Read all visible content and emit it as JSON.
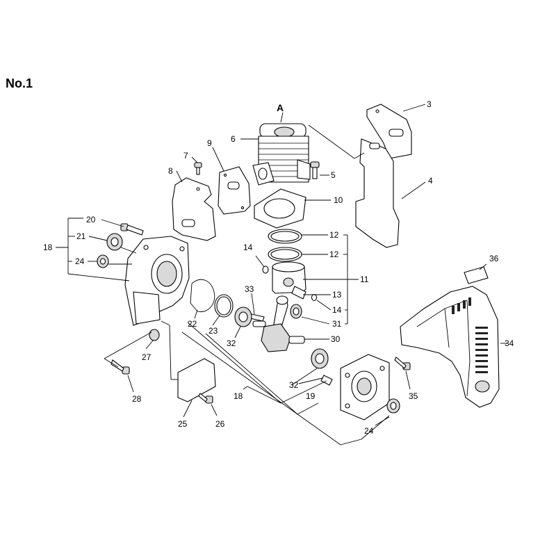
{
  "page": {
    "title": "No.1"
  },
  "detail_letter": "A",
  "callouts": [
    {
      "id": "c3",
      "label": "3"
    },
    {
      "id": "c4",
      "label": "4"
    },
    {
      "id": "c5",
      "label": "5"
    },
    {
      "id": "c6",
      "label": "6"
    },
    {
      "id": "c7",
      "label": "7"
    },
    {
      "id": "c8",
      "label": "8"
    },
    {
      "id": "c9",
      "label": "9"
    },
    {
      "id": "c10",
      "label": "10"
    },
    {
      "id": "c11",
      "label": "11"
    },
    {
      "id": "c12a",
      "label": "12"
    },
    {
      "id": "c12b",
      "label": "12"
    },
    {
      "id": "c13",
      "label": "13"
    },
    {
      "id": "c14a",
      "label": "14"
    },
    {
      "id": "c14b",
      "label": "14"
    },
    {
      "id": "c18a",
      "label": "18"
    },
    {
      "id": "c18b",
      "label": "18"
    },
    {
      "id": "c19",
      "label": "19"
    },
    {
      "id": "c20",
      "label": "20"
    },
    {
      "id": "c21",
      "label": "21"
    },
    {
      "id": "c22",
      "label": "22"
    },
    {
      "id": "c23",
      "label": "23"
    },
    {
      "id": "c24a",
      "label": "24"
    },
    {
      "id": "c24b",
      "label": "24"
    },
    {
      "id": "c25",
      "label": "25"
    },
    {
      "id": "c26",
      "label": "26"
    },
    {
      "id": "c27",
      "label": "27"
    },
    {
      "id": "c28",
      "label": "28"
    },
    {
      "id": "c30",
      "label": "30"
    },
    {
      "id": "c31",
      "label": "31"
    },
    {
      "id": "c32a",
      "label": "32"
    },
    {
      "id": "c32b",
      "label": "32"
    },
    {
      "id": "c33",
      "label": "33"
    },
    {
      "id": "c34",
      "label": "34"
    },
    {
      "id": "c35",
      "label": "35"
    },
    {
      "id": "c36",
      "label": "36"
    }
  ]
}
